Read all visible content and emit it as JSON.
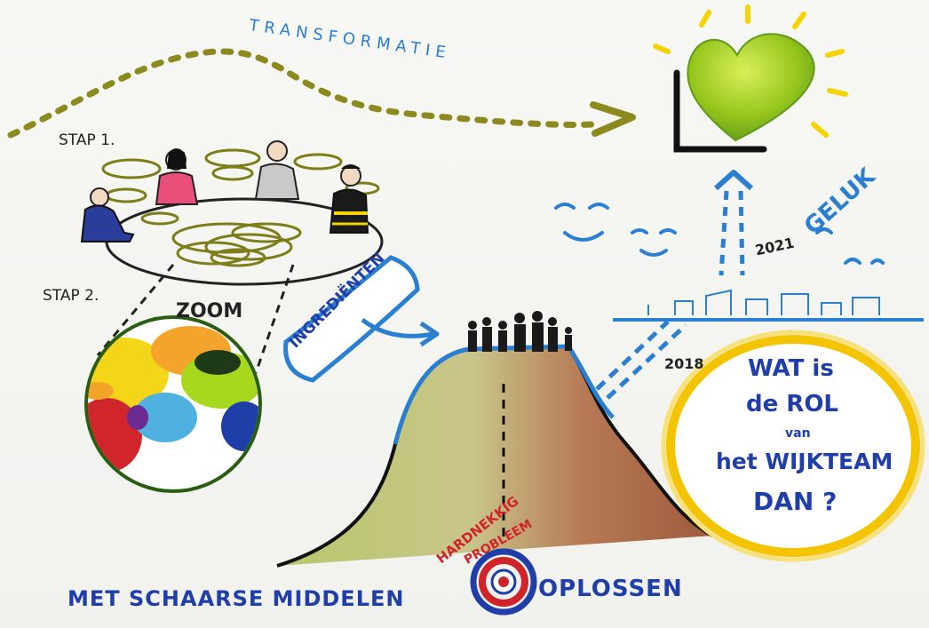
{
  "texts": {
    "transformatie": "TRANSFORMATIE",
    "stap1": "STAP 1.",
    "stap2": "STAP 2.",
    "zoom": "ZOOM",
    "ingredienten": "INGREDIËNTEN",
    "geluk": "GELUK",
    "year_2021": "2021",
    "year_2018": "2018",
    "question_line1": "WAT is",
    "question_line2": "de ROL",
    "question_line3": "van",
    "question_line4": "het WIJKTEAM",
    "question_line5": "DAN ?",
    "hardnekkig": "HARDNEKKIG",
    "probleem": "PROBLEEM",
    "bottom_left": "MET SCHAARSE MIDDELEN",
    "bottom_right": "OPLOSSEN"
  },
  "icons": [
    "heart-icon",
    "sun-rays-icon",
    "target-icon",
    "arrow-up-icon",
    "arrow-right-icon"
  ],
  "colors": {
    "blue": "#1f3ea8",
    "olive": "#8c8a1e",
    "lime": "#8fc21a",
    "yellow": "#f5c400",
    "red": "#d0232a",
    "brown": "#9a5a34"
  }
}
